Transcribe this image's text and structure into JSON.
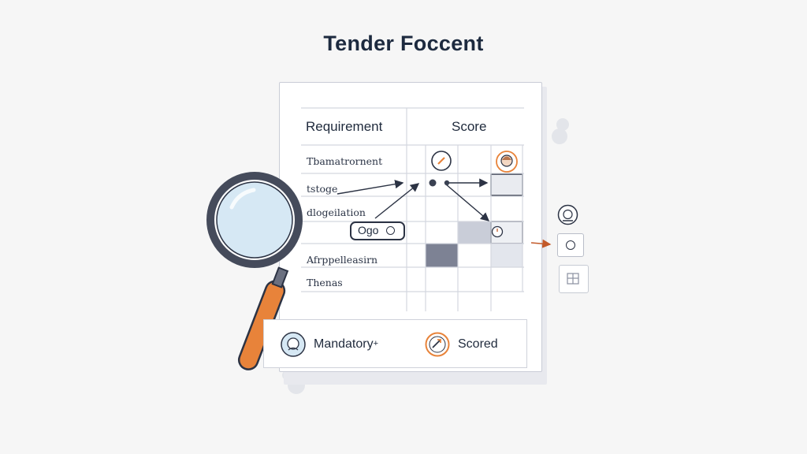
{
  "title": "Tender Foccent",
  "table": {
    "headers": {
      "requirement": "Requirement",
      "score": "Score"
    },
    "rows": [
      "Tbamatrornent",
      "tstoge",
      "dlogeilation",
      "Afrppelleasirn",
      "Thenas"
    ],
    "pill_label": "Ogo"
  },
  "legend": {
    "mandatory": "Mandatory",
    "mandatory_suffix": "+",
    "scored": "Scored"
  },
  "colors": {
    "accent_orange": "#e8833a",
    "dark": "#2c3344",
    "cell_dark": "#7d8294",
    "cell_light": "#c9cdd8",
    "lens": "#d6e8f4"
  },
  "icons": [
    "pencil-icon",
    "face-icon",
    "clock-icon",
    "circle-icon",
    "grid-icon",
    "magnifier-icon",
    "mandatory-icon",
    "scored-icon"
  ]
}
